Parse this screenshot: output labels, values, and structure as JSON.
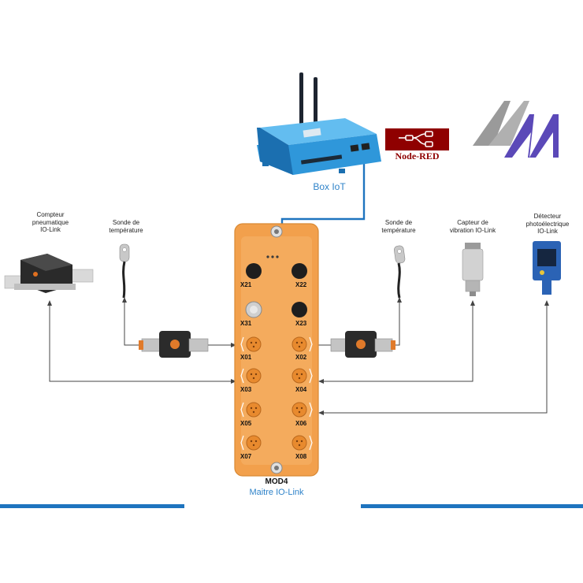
{
  "gateway": {
    "label": "Box IoT"
  },
  "node_red": {
    "label": "Node-RED"
  },
  "master": {
    "model": "MOD4",
    "subtitle": "Maitre IO-Link"
  },
  "ports": [
    "X21",
    "X22",
    "X31",
    "X23",
    "X01",
    "X02",
    "X03",
    "X04",
    "X05",
    "X06",
    "X07",
    "X08"
  ],
  "devices": {
    "pneumatic_counter": [
      "Compteur",
      "pneumatique",
      "IO-Link"
    ],
    "temp_probe_left": [
      "Sonde de",
      "température"
    ],
    "temp_probe_right": [
      "Sonde de",
      "température"
    ],
    "vibration_sensor": [
      "Capteur de",
      "vibration IO-Link"
    ],
    "photo_detector": [
      "Détecteur",
      "photoélectrique",
      "IO-Link"
    ]
  },
  "colors": {
    "master_orange": "#f2a04c",
    "gateway_blue": "#3aa3e3",
    "line_blue": "#1e74bf",
    "node_red": "#8f0000",
    "logo_gray": "#9a9a9a",
    "logo_purple": "#5b49b8"
  }
}
